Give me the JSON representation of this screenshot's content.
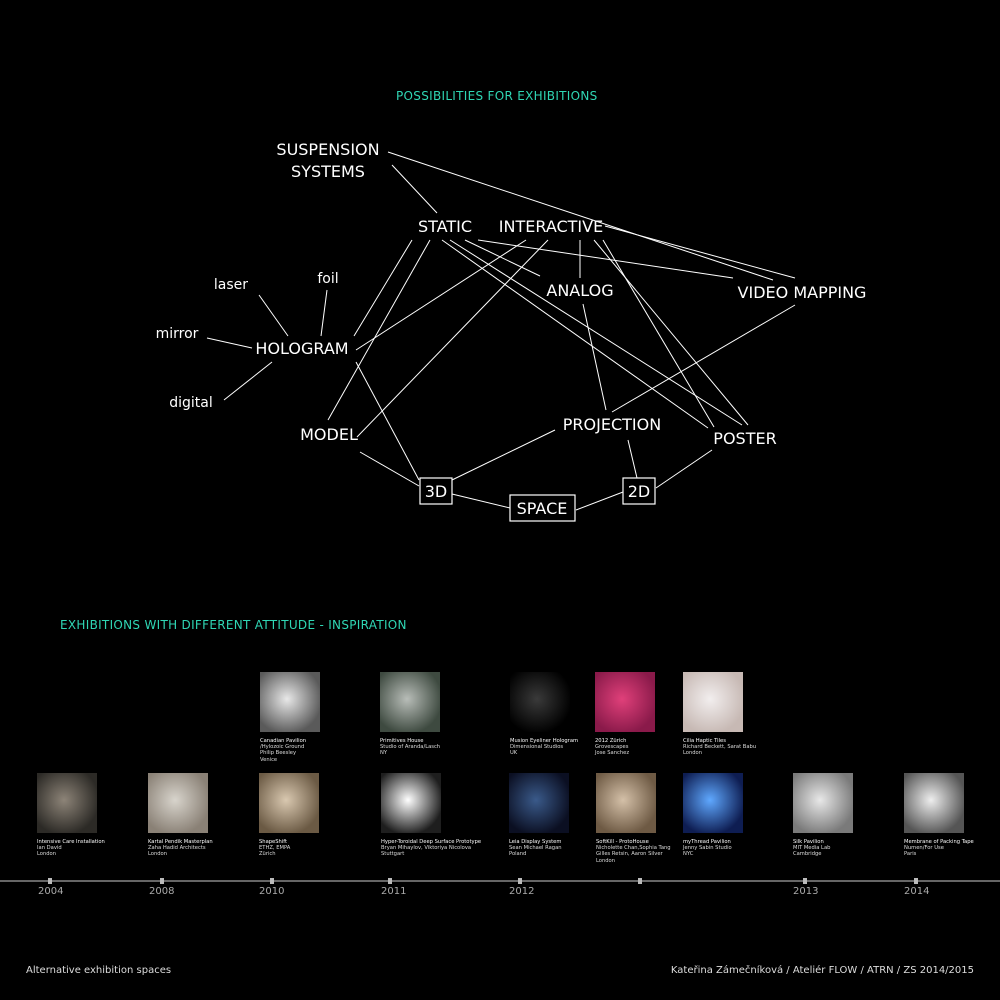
{
  "headings": {
    "diagram": "POSSIBILITIES FOR EXHIBITIONS",
    "inspiration": "EXHIBITIONS WITH DIFFERENT ATTITUDE - INSPIRATION"
  },
  "diagram": {
    "suspension_1": "SUSPENSION",
    "suspension_2": "SYSTEMS",
    "static": "STATIC",
    "interactive": "INTERACTIVE",
    "analog": "ANALOG",
    "video_mapping": "VIDEO MAPPING",
    "hologram": "HOLOGRAM",
    "laser": "laser",
    "foil": "foil",
    "mirror": "mirror",
    "digital": "digital",
    "model": "MODEL",
    "projection": "PROJECTION",
    "poster": "POSTER",
    "three_d": "3D",
    "two_d": "2D",
    "space": "SPACE"
  },
  "exhibits_top": [
    {
      "lines": [
        "Canadian Pavilion",
        "/Hylozoic Ground",
        "Philip Beesley",
        "Venice"
      ],
      "colors": [
        "#e8e8e8",
        "#5a5a5a"
      ]
    },
    {
      "lines": [
        "Primitives House",
        "Studio of Aranda/Lasch",
        "NY"
      ],
      "colors": [
        "#b8bdb8",
        "#3e4a40"
      ]
    },
    {
      "lines": [
        "Musion Eyeliner Hologram",
        "Dimensional Studios",
        "UK"
      ],
      "colors": [
        "#3a3a3a",
        "#000000"
      ]
    },
    {
      "lines": [
        "2012 Zürich",
        "Grovescapes",
        "Jose Sanchez"
      ],
      "colors": [
        "#e0407a",
        "#8a1a4a"
      ]
    },
    {
      "lines": [
        "Cilia Haptic Tiles",
        "Richard Beckett, Sarat Babu",
        "London"
      ],
      "colors": [
        "#f2eeee",
        "#c7b9b4"
      ]
    }
  ],
  "exhibits_bottom": [
    {
      "lines": [
        "Intensive Care Installation",
        "Ian David",
        "London"
      ],
      "colors": [
        "#8d8478",
        "#2c2a26"
      ]
    },
    {
      "lines": [
        "Kartal Pendik Masterplan",
        "Zaha Hadid Architects",
        "London"
      ],
      "colors": [
        "#d8d4cc",
        "#8a8176"
      ]
    },
    {
      "lines": [
        "ShapeShift",
        "ETHZ, EMPA",
        "Zürich"
      ],
      "colors": [
        "#d9c8b0",
        "#6b5a44"
      ]
    },
    {
      "lines": [
        "Hyper-Toroidal Deep Surface Prototype",
        "Bryan Mihaylov, Viktoriya Nicolova",
        "Stuttgart"
      ],
      "colors": [
        "#ffffff",
        "#1e1e1e"
      ]
    },
    {
      "lines": [
        "Leia Display System",
        "Sean Michael Ragan",
        "Poland"
      ],
      "colors": [
        "#3a5a8a",
        "#0b0f22"
      ]
    },
    {
      "lines": [
        "SoftKill - ProtoHouse",
        "Nicholette Chan,Sophia Tang",
        "Gilles Retsin, Aaron Silver",
        "London"
      ],
      "colors": [
        "#d4c0a8",
        "#6e5a44"
      ]
    },
    {
      "lines": [
        "myThread Pavilion",
        "Jenny Sabin Studio",
        "NYC"
      ],
      "colors": [
        "#5fa8ff",
        "#0e1d52"
      ]
    },
    {
      "lines": [
        "Silk Pavilion",
        "MIT Media Lab",
        "Cambridge"
      ],
      "colors": [
        "#e8e8e8",
        "#7a7a7a"
      ]
    },
    {
      "lines": [
        "Membrane of Packing Tape",
        "Numen/For Use",
        "Paris"
      ],
      "colors": [
        "#eeeeee",
        "#555555"
      ]
    }
  ],
  "years": [
    "2004",
    "2008",
    "2010",
    "2011",
    "2012",
    "2013",
    "2014"
  ],
  "footer": {
    "left": "Alternative exhibition spaces",
    "right": "Kateřina Zámečníková / Ateliér FLOW / ATRN / ZS 2014/2015"
  }
}
